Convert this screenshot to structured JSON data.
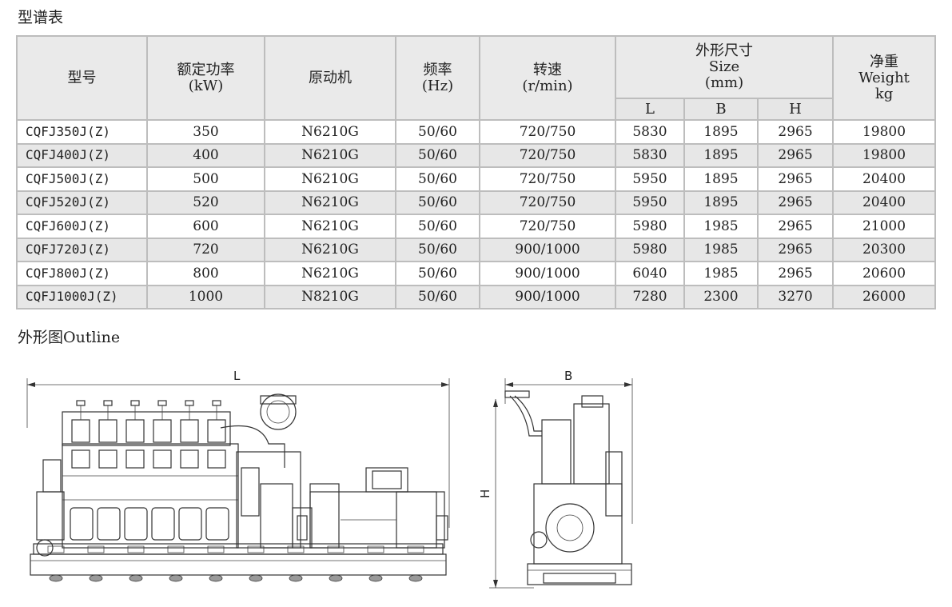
{
  "titles": {
    "spec": "型谱表",
    "outline": "外形图Outline"
  },
  "headers": {
    "model": "型号",
    "power": [
      "额定功率",
      "(kW)"
    ],
    "engine": "原动机",
    "freq": [
      "频率",
      "(Hz)"
    ],
    "speed": [
      "转速",
      "(r/min)"
    ],
    "size": [
      "外形尺寸",
      "Size",
      "(mm)"
    ],
    "L": "L",
    "B": "B",
    "H": "H",
    "weight": [
      "净重",
      "Weight",
      "kg"
    ]
  },
  "rows": [
    {
      "model": "CQFJ350J(Z)",
      "power": "350",
      "engine": "N6210G",
      "freq": "50/60",
      "speed": "720/750",
      "L": "5830",
      "B": "1895",
      "H": "2965",
      "weight": "19800"
    },
    {
      "model": "CQFJ400J(Z)",
      "power": "400",
      "engine": "N6210G",
      "freq": "50/60",
      "speed": "720/750",
      "L": "5830",
      "B": "1895",
      "H": "2965",
      "weight": "19800"
    },
    {
      "model": "CQFJ500J(Z)",
      "power": "500",
      "engine": "N6210G",
      "freq": "50/60",
      "speed": "720/750",
      "L": "5950",
      "B": "1895",
      "H": "2965",
      "weight": "20400"
    },
    {
      "model": "CQFJ520J(Z)",
      "power": "520",
      "engine": "N6210G",
      "freq": "50/60",
      "speed": "720/750",
      "L": "5950",
      "B": "1895",
      "H": "2965",
      "weight": "20400"
    },
    {
      "model": "CQFJ600J(Z)",
      "power": "600",
      "engine": "N6210G",
      "freq": "50/60",
      "speed": "720/750",
      "L": "5980",
      "B": "1985",
      "H": "2965",
      "weight": "21000"
    },
    {
      "model": "CQFJ720J(Z)",
      "power": "720",
      "engine": "N6210G",
      "freq": "50/60",
      "speed": "900/1000",
      "L": "5980",
      "B": "1985",
      "H": "2965",
      "weight": "20300"
    },
    {
      "model": "CQFJ800J(Z)",
      "power": "800",
      "engine": "N6210G",
      "freq": "50/60",
      "speed": "900/1000",
      "L": "6040",
      "B": "1985",
      "H": "2965",
      "weight": "20600"
    },
    {
      "model": "CQFJ1000J(Z)",
      "power": "1000",
      "engine": "N8210G",
      "freq": "50/60",
      "speed": "900/1000",
      "L": "7280",
      "B": "2300",
      "H": "3270",
      "weight": "26000"
    }
  ],
  "drawing": {
    "dim_L": "L",
    "dim_B": "B",
    "dim_H": "H"
  }
}
